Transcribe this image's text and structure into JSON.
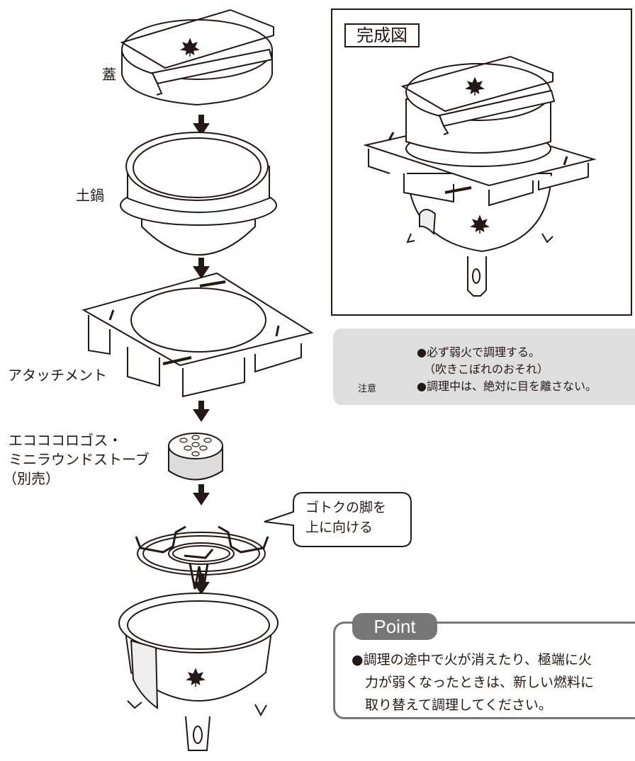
{
  "labels": {
    "lid": "蓋",
    "pot": "土鍋",
    "attachment": "アタッチメント",
    "stove_line1": "エコココロゴス・",
    "stove_line2": "ミニラウンドストーブ",
    "stove_line3": "（別売）"
  },
  "complete": {
    "title": "完成図"
  },
  "caution": {
    "tag": "注意",
    "items": [
      "●必ず弱火で調理する。",
      "（吹きこぼれのおそれ）",
      "●調理中は、絶対に目を離さない。"
    ]
  },
  "bubble": {
    "line1": "ゴトクの脚を",
    "line2": "上に向ける"
  },
  "point": {
    "tag": "Point",
    "lines": [
      "●調理の途中で火が消えたり、極端に火",
      "力が弱くなったときは、新しい燃料に",
      "取り替えて調理してください。"
    ]
  },
  "colors": {
    "line": "#231815",
    "caution_bg": "#dedede",
    "point": "#777777"
  },
  "icons": [
    "arrow-down-icon",
    "warning-icon",
    "maple-leaf-icon"
  ]
}
